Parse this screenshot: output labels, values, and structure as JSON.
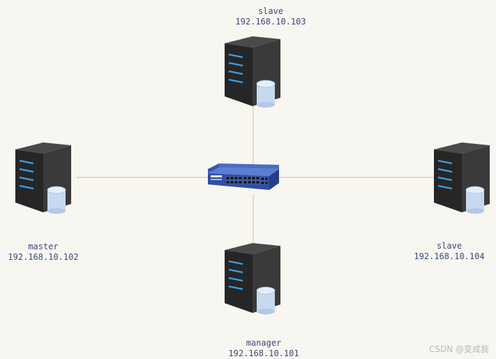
{
  "nodes": {
    "top": {
      "role": "slave",
      "ip": "192.168.10.103"
    },
    "left": {
      "role": "master",
      "ip": "192.168.10.102"
    },
    "right": {
      "role": "slave",
      "ip": "192.168.10.104"
    },
    "bottom": {
      "role": "manager",
      "ip": "192.168.10.101"
    }
  },
  "center_icon": "network-switch-icon",
  "server_icon": "server-database-icon",
  "colors": {
    "link": "#e2b49f",
    "server_body": "#2e2e2e",
    "led": "#3aa0e8",
    "disk": "#c7d9f0",
    "switch": "#2e4fa8"
  },
  "watermark": "CSDN @变成我"
}
